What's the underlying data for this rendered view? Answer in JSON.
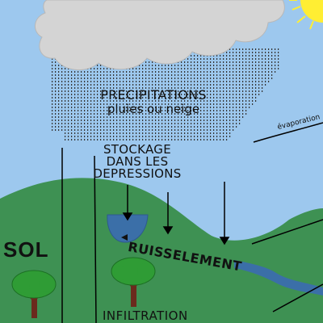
{
  "labels": {
    "precipitations": "PRECIPITATIONS",
    "pluies_ou_neige": "pluies ou neige",
    "stockage": "STOCKAGE",
    "dans_les": "DANS LES",
    "depressions": "DEPRESSIONS",
    "sol": "SOL",
    "ruissellement": "RUISSELEMENT",
    "infiltration": "INFILTRATION",
    "evaporation": "évaporation"
  },
  "icons": [
    "cloud-icon",
    "sun-icon",
    "tree-icon",
    "rain-icon"
  ],
  "colors": {
    "sky": "#9dc8ee",
    "cloud": "#d3d3d3",
    "ground": "#3e9153",
    "water": "#3b6fa8",
    "tree_canopy": "#2f9c35",
    "tree_trunk": "#6b2a1d",
    "sun": "#ffee33"
  }
}
